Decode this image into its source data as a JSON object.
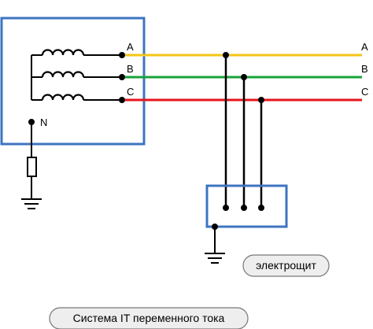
{
  "generator": {
    "phase_labels": [
      "A",
      "B",
      "C"
    ],
    "neutral_label": "N"
  },
  "line_labels": [
    "A",
    "B",
    "C"
  ],
  "phase_colors": [
    "#f5c518",
    "#1aa33a",
    "#e8141c"
  ],
  "frame_color": "#3d74c0",
  "icons": {
    "winding": "inductor-coil-icon",
    "resistor": "resistor-icon",
    "ground": "ground-icon"
  },
  "panel": {
    "label": "электрощит"
  },
  "caption": "Система IT переменного тока"
}
